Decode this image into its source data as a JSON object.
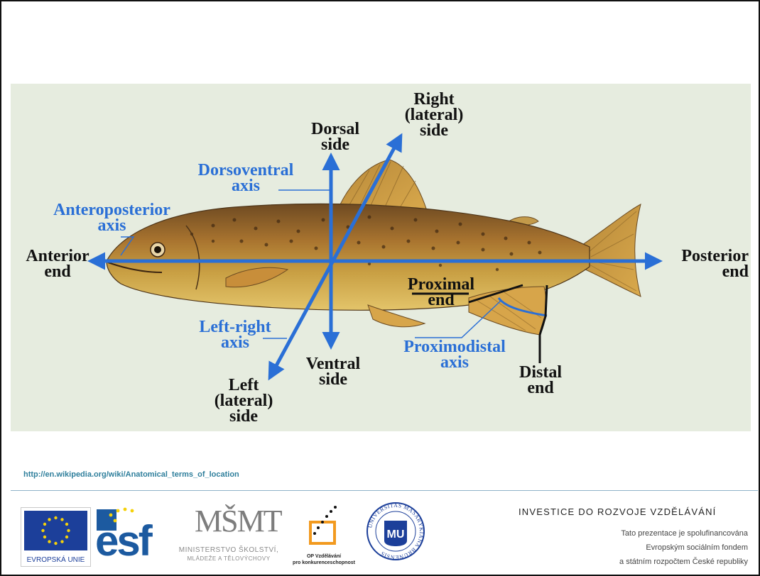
{
  "labels": {
    "dorsal_side": [
      "Dorsal",
      "side"
    ],
    "right_lateral_side": [
      "Right",
      "(lateral)",
      "side"
    ],
    "dorsoventral_axis": [
      "Dorsoventral",
      "axis"
    ],
    "anteroposterior_axis": [
      "Anteroposterior",
      "axis"
    ],
    "anterior_end": [
      "Anterior",
      "end"
    ],
    "posterior_end": [
      "Posterior",
      "end"
    ],
    "proximal_end": [
      "Proximal",
      "end"
    ],
    "left_right_axis": [
      "Left-right",
      "axis"
    ],
    "ventral_side": [
      "Ventral",
      "side"
    ],
    "proximodistal_axis": [
      "Proximodistal",
      "axis"
    ],
    "distal_end": [
      "Distal",
      "end"
    ],
    "left_lateral_side": [
      "Left",
      "(lateral)",
      "side"
    ]
  },
  "source_link": "http://en.wikipedia.org/wiki/Anatomical_terms_of_location",
  "logos": {
    "eu_caption": "EVROPSKÁ UNIE",
    "esf_text": "esf",
    "msmt_mark": "MŠMT",
    "msmt_line1": "MINISTERSTVO ŠKOLSTVÍ,",
    "msmt_line2": "MLÁDEŽE A TĚLOVÝCHOVY",
    "op_line1": "OP Vzdělávání",
    "op_line2": "pro konkurenceschopnost",
    "muni_letters": "MU",
    "muni_ring_text": "UNIVERSITAS MASARYKIANA BRUNENSIS"
  },
  "footer": {
    "investice": "INVESTICE DO ROZVOJE VZDĚLÁVÁNÍ",
    "funding": [
      "Tato prezentace je spolufinancována",
      "Evropským sociálním fondem",
      "a státním rozpočtem České republiky"
    ]
  },
  "colors": {
    "axis_blue": "#2a6fd6",
    "label_black": "#111111",
    "panel_bg": "#e6ecdf",
    "eu_blue": "#1c3f9a",
    "esf_blue": "#1c5aa0",
    "star_yellow": "#f5d10a",
    "op_orange": "#f29a1f"
  },
  "icons": {
    "eu_flag": "eu-flag-icon",
    "esf": "esf-logo-icon",
    "msmt": "msmt-logo-icon",
    "op": "op-logo-icon",
    "muni": "muni-seal-icon"
  }
}
